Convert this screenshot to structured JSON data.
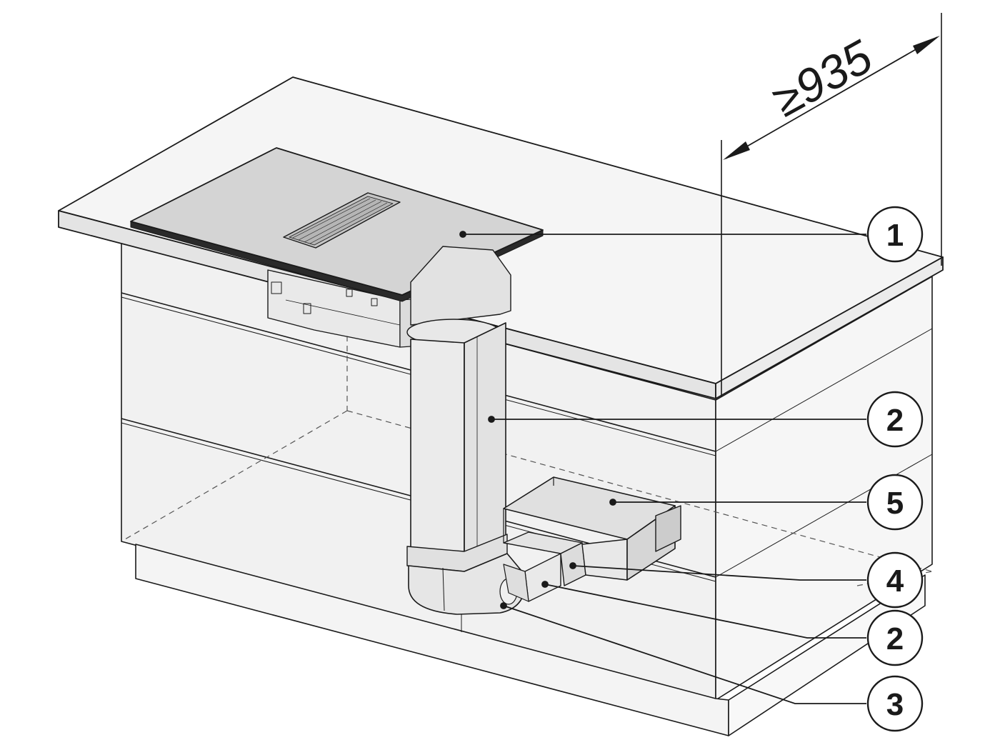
{
  "dimension": {
    "label": "≥935"
  },
  "callouts": [
    {
      "number": "1"
    },
    {
      "number": "2"
    },
    {
      "number": "5"
    },
    {
      "number": "4"
    },
    {
      "number": "2"
    },
    {
      "number": "3"
    }
  ],
  "colors": {
    "line": "#1a1a1a",
    "counter_top": "#f2f2f2",
    "counter_front": "#e6e6e6",
    "cabinet": "#efefef",
    "hob_glass": "#d3d3d3",
    "duct": "#ececec",
    "duct_dark": "#d8d8d8",
    "hidden_line": "#555555"
  }
}
